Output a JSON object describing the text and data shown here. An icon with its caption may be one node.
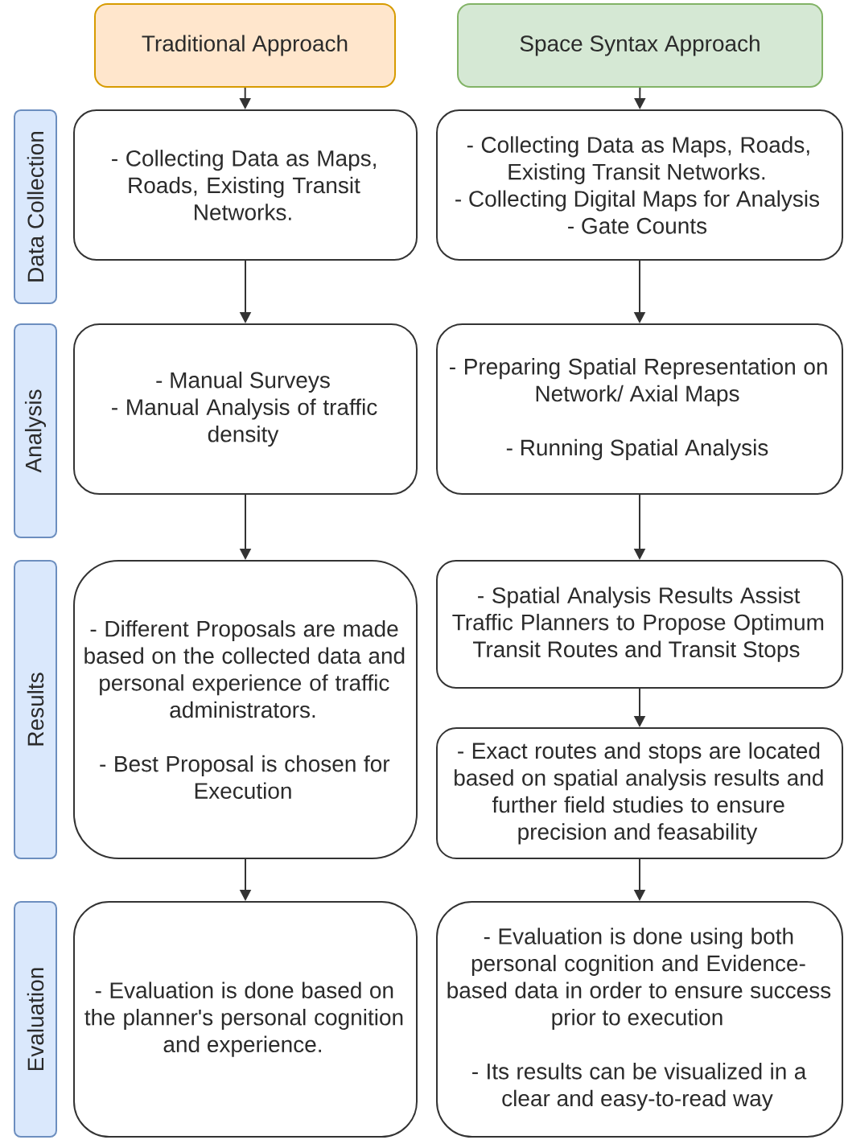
{
  "diagram": {
    "nodes": [
      {
        "text": [
          "Traditional Approach"
        ]
      },
      {
        "text": [
          "Space Syntax Approach"
        ]
      },
      {
        "text": [
          "Data Collection"
        ]
      },
      {
        "text": [
          "- Collecting Data as Maps, Roads, Existing Transit Networks."
        ]
      },
      {
        "text": [
          "- Collecting Data as Maps, Roads, Existing Transit Networks.",
          "- Collecting Digital Maps for Analysis",
          "- Gate Counts"
        ]
      },
      {
        "text": [
          "Analysis"
        ]
      },
      {
        "text": [
          "- Manual Surveys",
          "- Manual Analysis of traffic density"
        ]
      },
      {
        "text": [
          "- Preparing Spatial Representation on Network/ Axial Maps",
          "- Running Spatial Analysis"
        ]
      },
      {
        "text": [
          "Results"
        ]
      },
      {
        "text": [
          "- Different Proposals are made based on the collected data and personal experience of traffic administrators.",
          "- Best Proposal is chosen for Execution"
        ]
      },
      {
        "text": [
          "- Spatial Analysis Results Assist Traffic Planners to Propose Optimum Transit Routes and Transit Stops"
        ]
      },
      {
        "text": [
          "- Exact routes and stops are located based on spatial analysis results and further field studies to ensure precision and feasability"
        ]
      },
      {
        "text": [
          "Evaluation"
        ]
      },
      {
        "text": [
          "- Evaluation is done based on the planner's personal cognition and experience."
        ]
      },
      {
        "text": [
          "- Evaluation is done using both personal cognition and Evidence-based data in order to ensure success prior to execution",
          "- Its results can be visualized in a clear and easy-to-read way"
        ]
      }
    ],
    "edges": [
      {
        "from": 0,
        "to": 3,
        "arrow": "to"
      },
      {
        "from": 3,
        "to": 6,
        "arrow": "to"
      },
      {
        "from": 6,
        "to": 9,
        "arrow": "to"
      },
      {
        "from": 9,
        "to": 13,
        "arrow": "to"
      },
      {
        "from": 1,
        "to": 4,
        "arrow": "to"
      },
      {
        "from": 4,
        "to": 7,
        "arrow": "to"
      },
      {
        "from": 7,
        "to": 10,
        "arrow": "to"
      },
      {
        "from": 10,
        "to": 11,
        "arrow": "to"
      },
      {
        "from": 11,
        "to": 14,
        "arrow": "to"
      }
    ]
  }
}
